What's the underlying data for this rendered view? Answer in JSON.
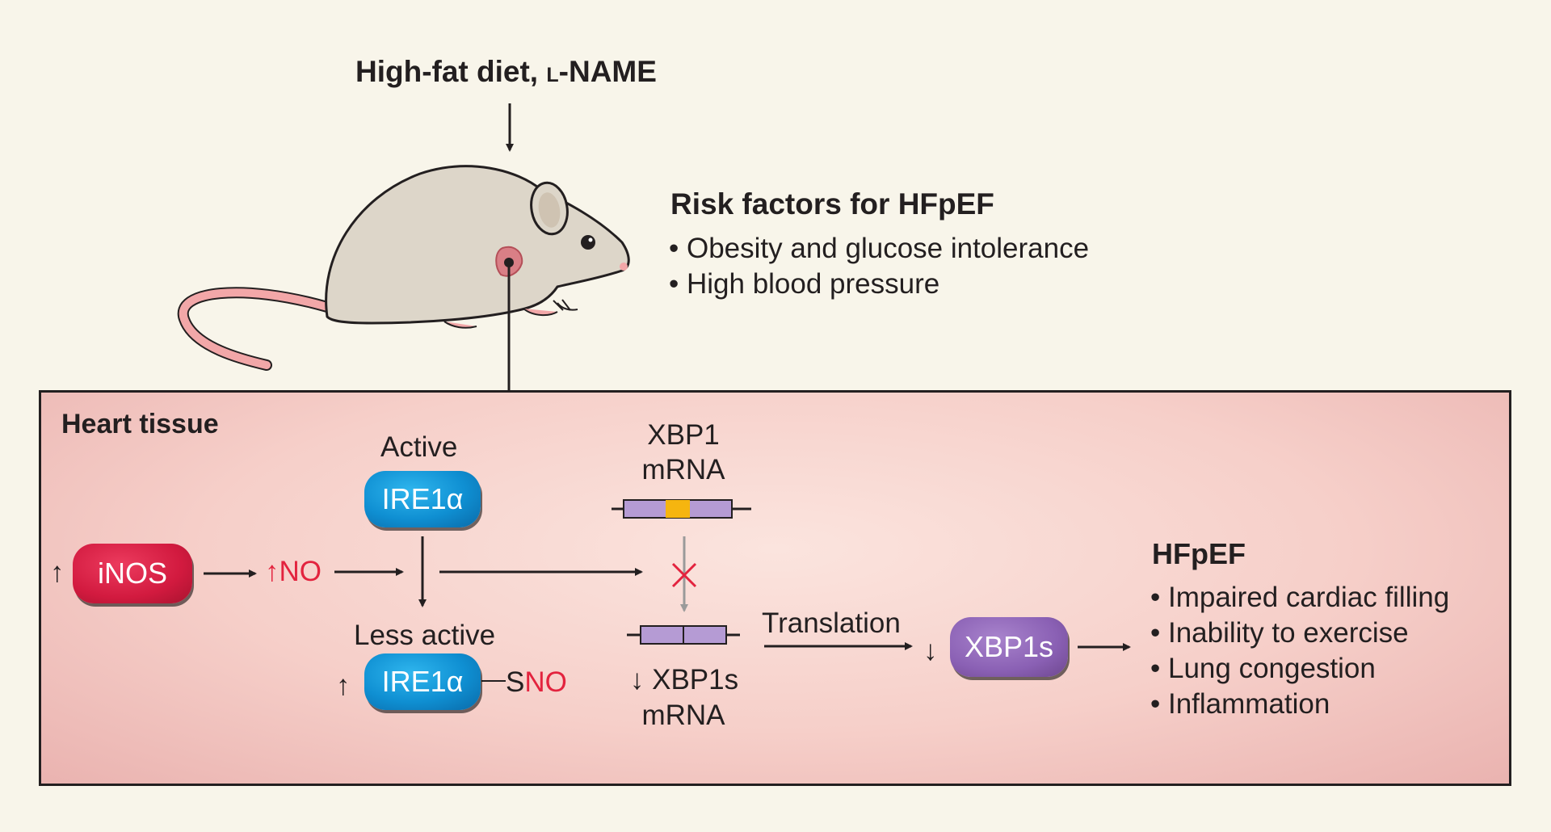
{
  "header": {
    "treatment": "High-fat diet, ",
    "treatment_sc": "l",
    "treatment_tail": "-NAME"
  },
  "risk": {
    "title": "Risk factors for HFpEF",
    "items": [
      "Obesity and glucose intolerance",
      "High blood pressure"
    ]
  },
  "heart": {
    "label": "Heart tissue",
    "active_label": "Active",
    "less_active_label": "Less active",
    "ire1_name": "IRE1α",
    "sno": "SNO",
    "inos": "iNOS",
    "no": "NO",
    "up_arrow": "↑",
    "down_arrow": "↓",
    "xbp1_mrna_line1": "XBP1",
    "xbp1_mrna_line2": "mRNA",
    "xbp1s_mrna_line1": "↓ XBP1s",
    "xbp1s_mrna_line2": "mRNA",
    "translation": "Translation",
    "xbp1s": "XBP1s"
  },
  "outcome": {
    "title": "HFpEF",
    "items": [
      "Impaired cardiac filling",
      "Inability to exercise",
      "Lung congestion",
      "Inflammation"
    ]
  },
  "colors": {
    "background": "#f8f5ea",
    "inos_red": "#d21a3f",
    "ire1_blue": "#0f8fd2",
    "xbp1s_purple": "#8a60b4",
    "inhibit_red": "#e3233e"
  },
  "icons": [
    "mouse-illustration",
    "heart-marker-icon",
    "mrna-icon",
    "block-x-icon"
  ]
}
